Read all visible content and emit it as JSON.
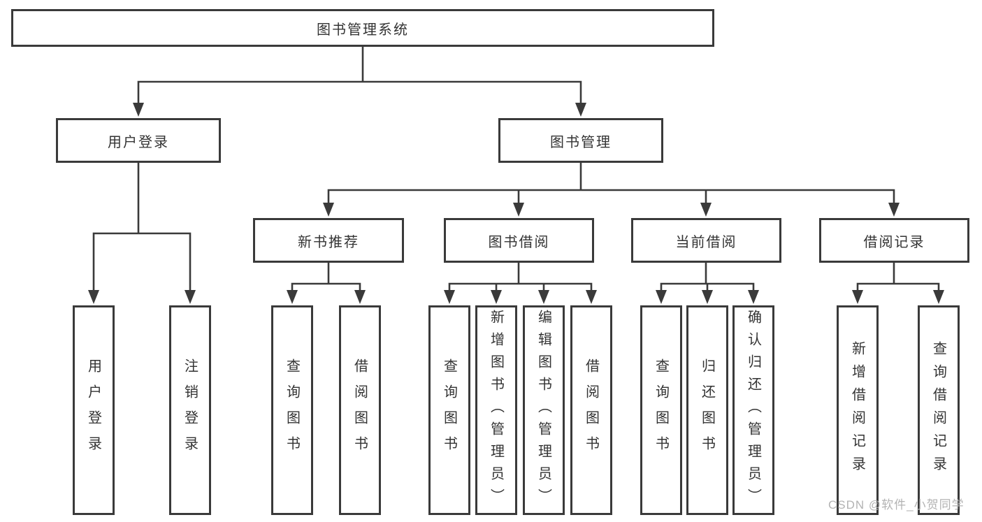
{
  "diagram": {
    "title_node": "图书管理系统",
    "user_branch": {
      "label": "用户登录",
      "children": [
        "用户登录",
        "注销登录"
      ]
    },
    "book_branch": {
      "label": "图书管理",
      "sections": [
        {
          "label": "新书推荐",
          "children": [
            "查询图书",
            "借阅图书"
          ]
        },
        {
          "label": "图书借阅",
          "children": [
            "查询图书",
            "新增图书（管理员）",
            "编辑图书（管理员）",
            "借阅图书"
          ]
        },
        {
          "label": "当前借阅",
          "children": [
            "查询图书",
            "归还图书",
            "确认归还（管理员）"
          ]
        },
        {
          "label": "借阅记录",
          "children": [
            "新增借阅记录",
            "查询借阅记录"
          ]
        }
      ]
    },
    "watermark": "CSDN @软件_小贺同学",
    "colors": {
      "line": "#3a3a3a",
      "text": "#333333",
      "box_fill": "#ffffff",
      "watermark": "#b3b3b3",
      "background": "#ffffff"
    }
  }
}
